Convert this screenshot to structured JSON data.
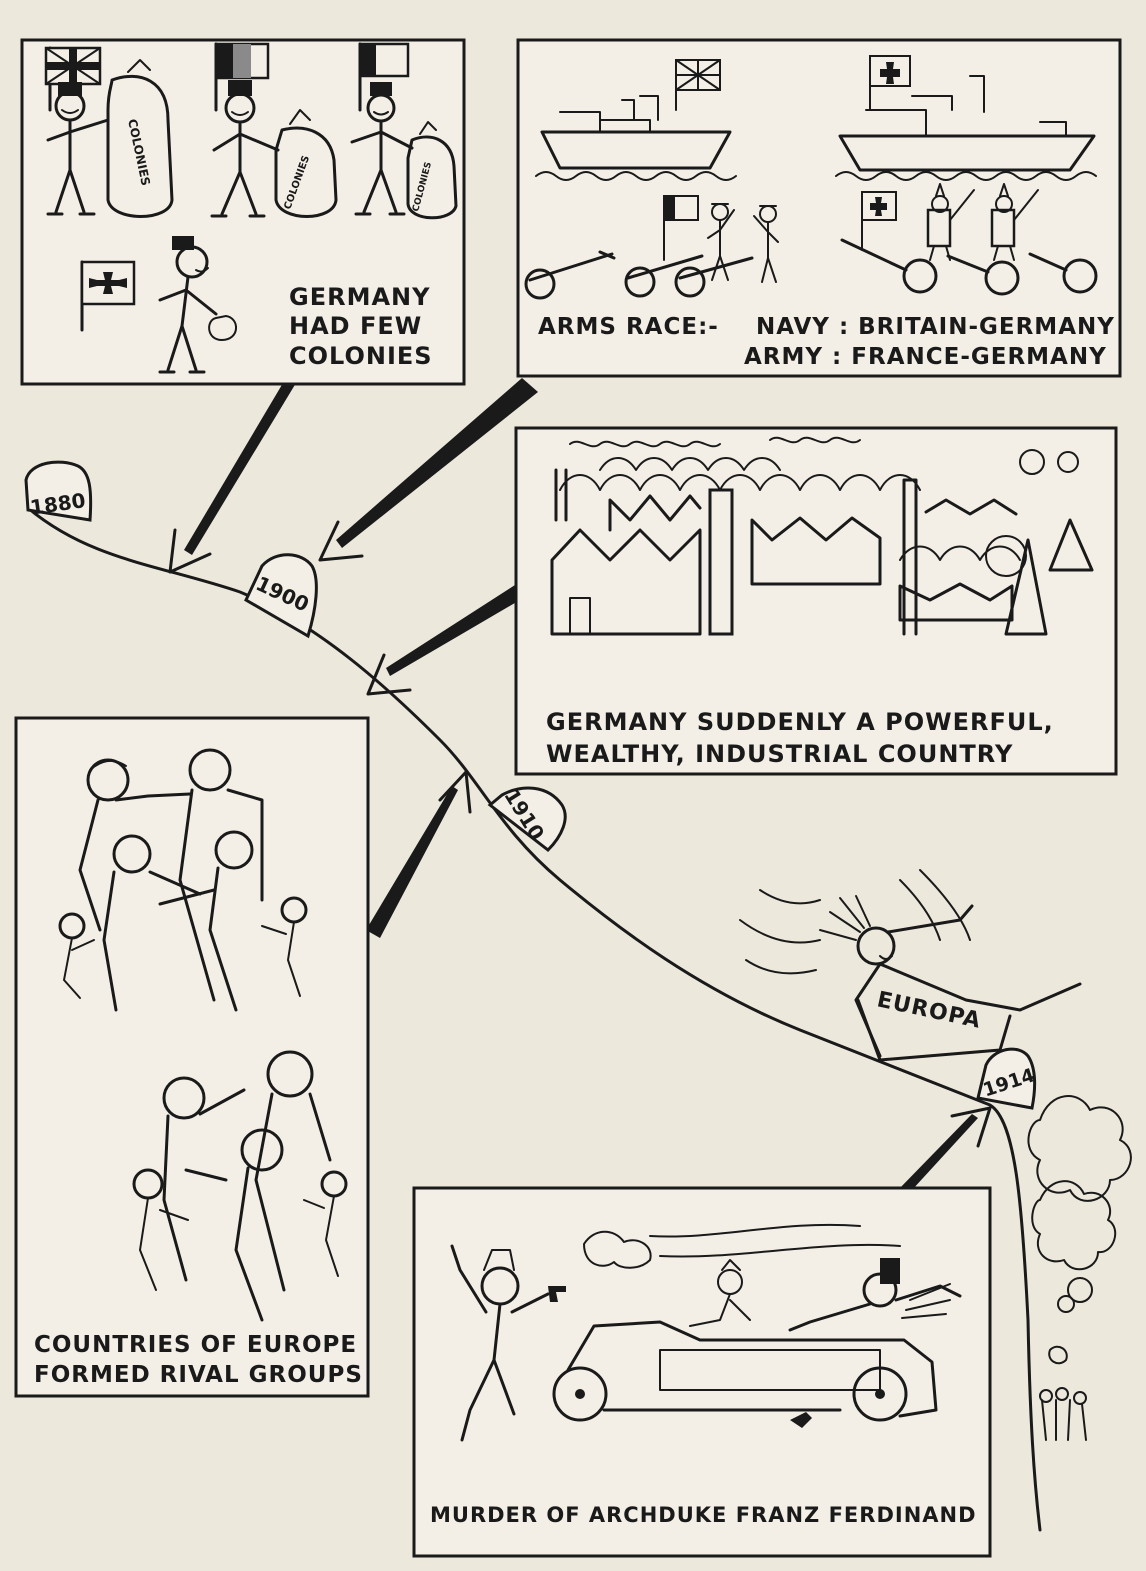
{
  "timeline": {
    "milestones": [
      "1880",
      "1900",
      "1910",
      "1914"
    ]
  },
  "panels": {
    "colonies": {
      "caption_lines": [
        "GERMANY",
        "HAD FEW",
        "COLONIES"
      ],
      "sack_label": "COLONIES"
    },
    "arms_race": {
      "caption_line1_prefix": "ARMS RACE:-",
      "caption_line1": "NAVY : BRITAIN-GERMANY",
      "caption_line2": "ARMY : FRANCE-GERMANY"
    },
    "industry": {
      "caption_lines": [
        "GERMANY SUDDENLY A POWERFUL,",
        "WEALTHY, INDUSTRIAL COUNTRY"
      ]
    },
    "alliances": {
      "caption_lines": [
        "COUNTRIES OF EUROPE",
        "FORMED RIVAL GROUPS"
      ]
    },
    "murder": {
      "caption": "MURDER OF ARCHDUKE FRANZ FERDINAND"
    }
  },
  "europa": {
    "label": "EUROPA"
  },
  "icons": [
    "union-flag-icon",
    "tricolour-flag-icon",
    "iron-cross-flag-icon",
    "battleship-icon",
    "cannon-icon",
    "factory-icon",
    "car-icon",
    "pistol-icon"
  ]
}
